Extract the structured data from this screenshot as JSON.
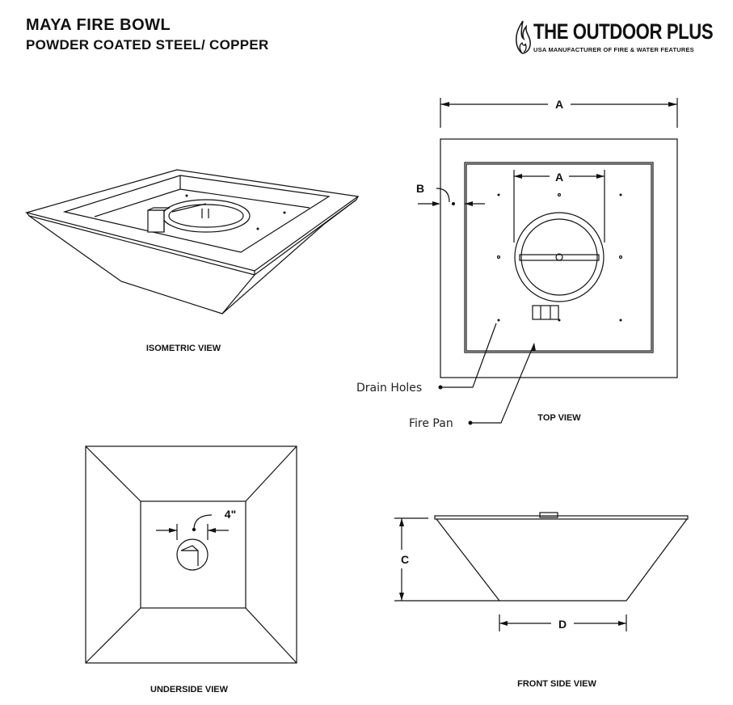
{
  "header": {
    "title": "MAYA FIRE BOWL",
    "subtitle": "POWDER COATED STEEL/ COPPER"
  },
  "logo": {
    "name": "THE OUTDOOR PLUS",
    "tagline": "USA MANUFACTURER OF FIRE & WATER FEATURES"
  },
  "views": {
    "isometric": "ISOMETRIC VIEW",
    "top": "TOP VIEW",
    "underside": "UNDERSIDE VIEW",
    "front": "FRONT SIDE VIEW"
  },
  "dimensions": {
    "a_outer": "A",
    "a_inner": "A",
    "b": "B",
    "c": "C",
    "d": "D",
    "drain": "4\""
  },
  "callouts": {
    "drain_holes": "Drain Holes",
    "fire_pan": "Fire Pan"
  }
}
